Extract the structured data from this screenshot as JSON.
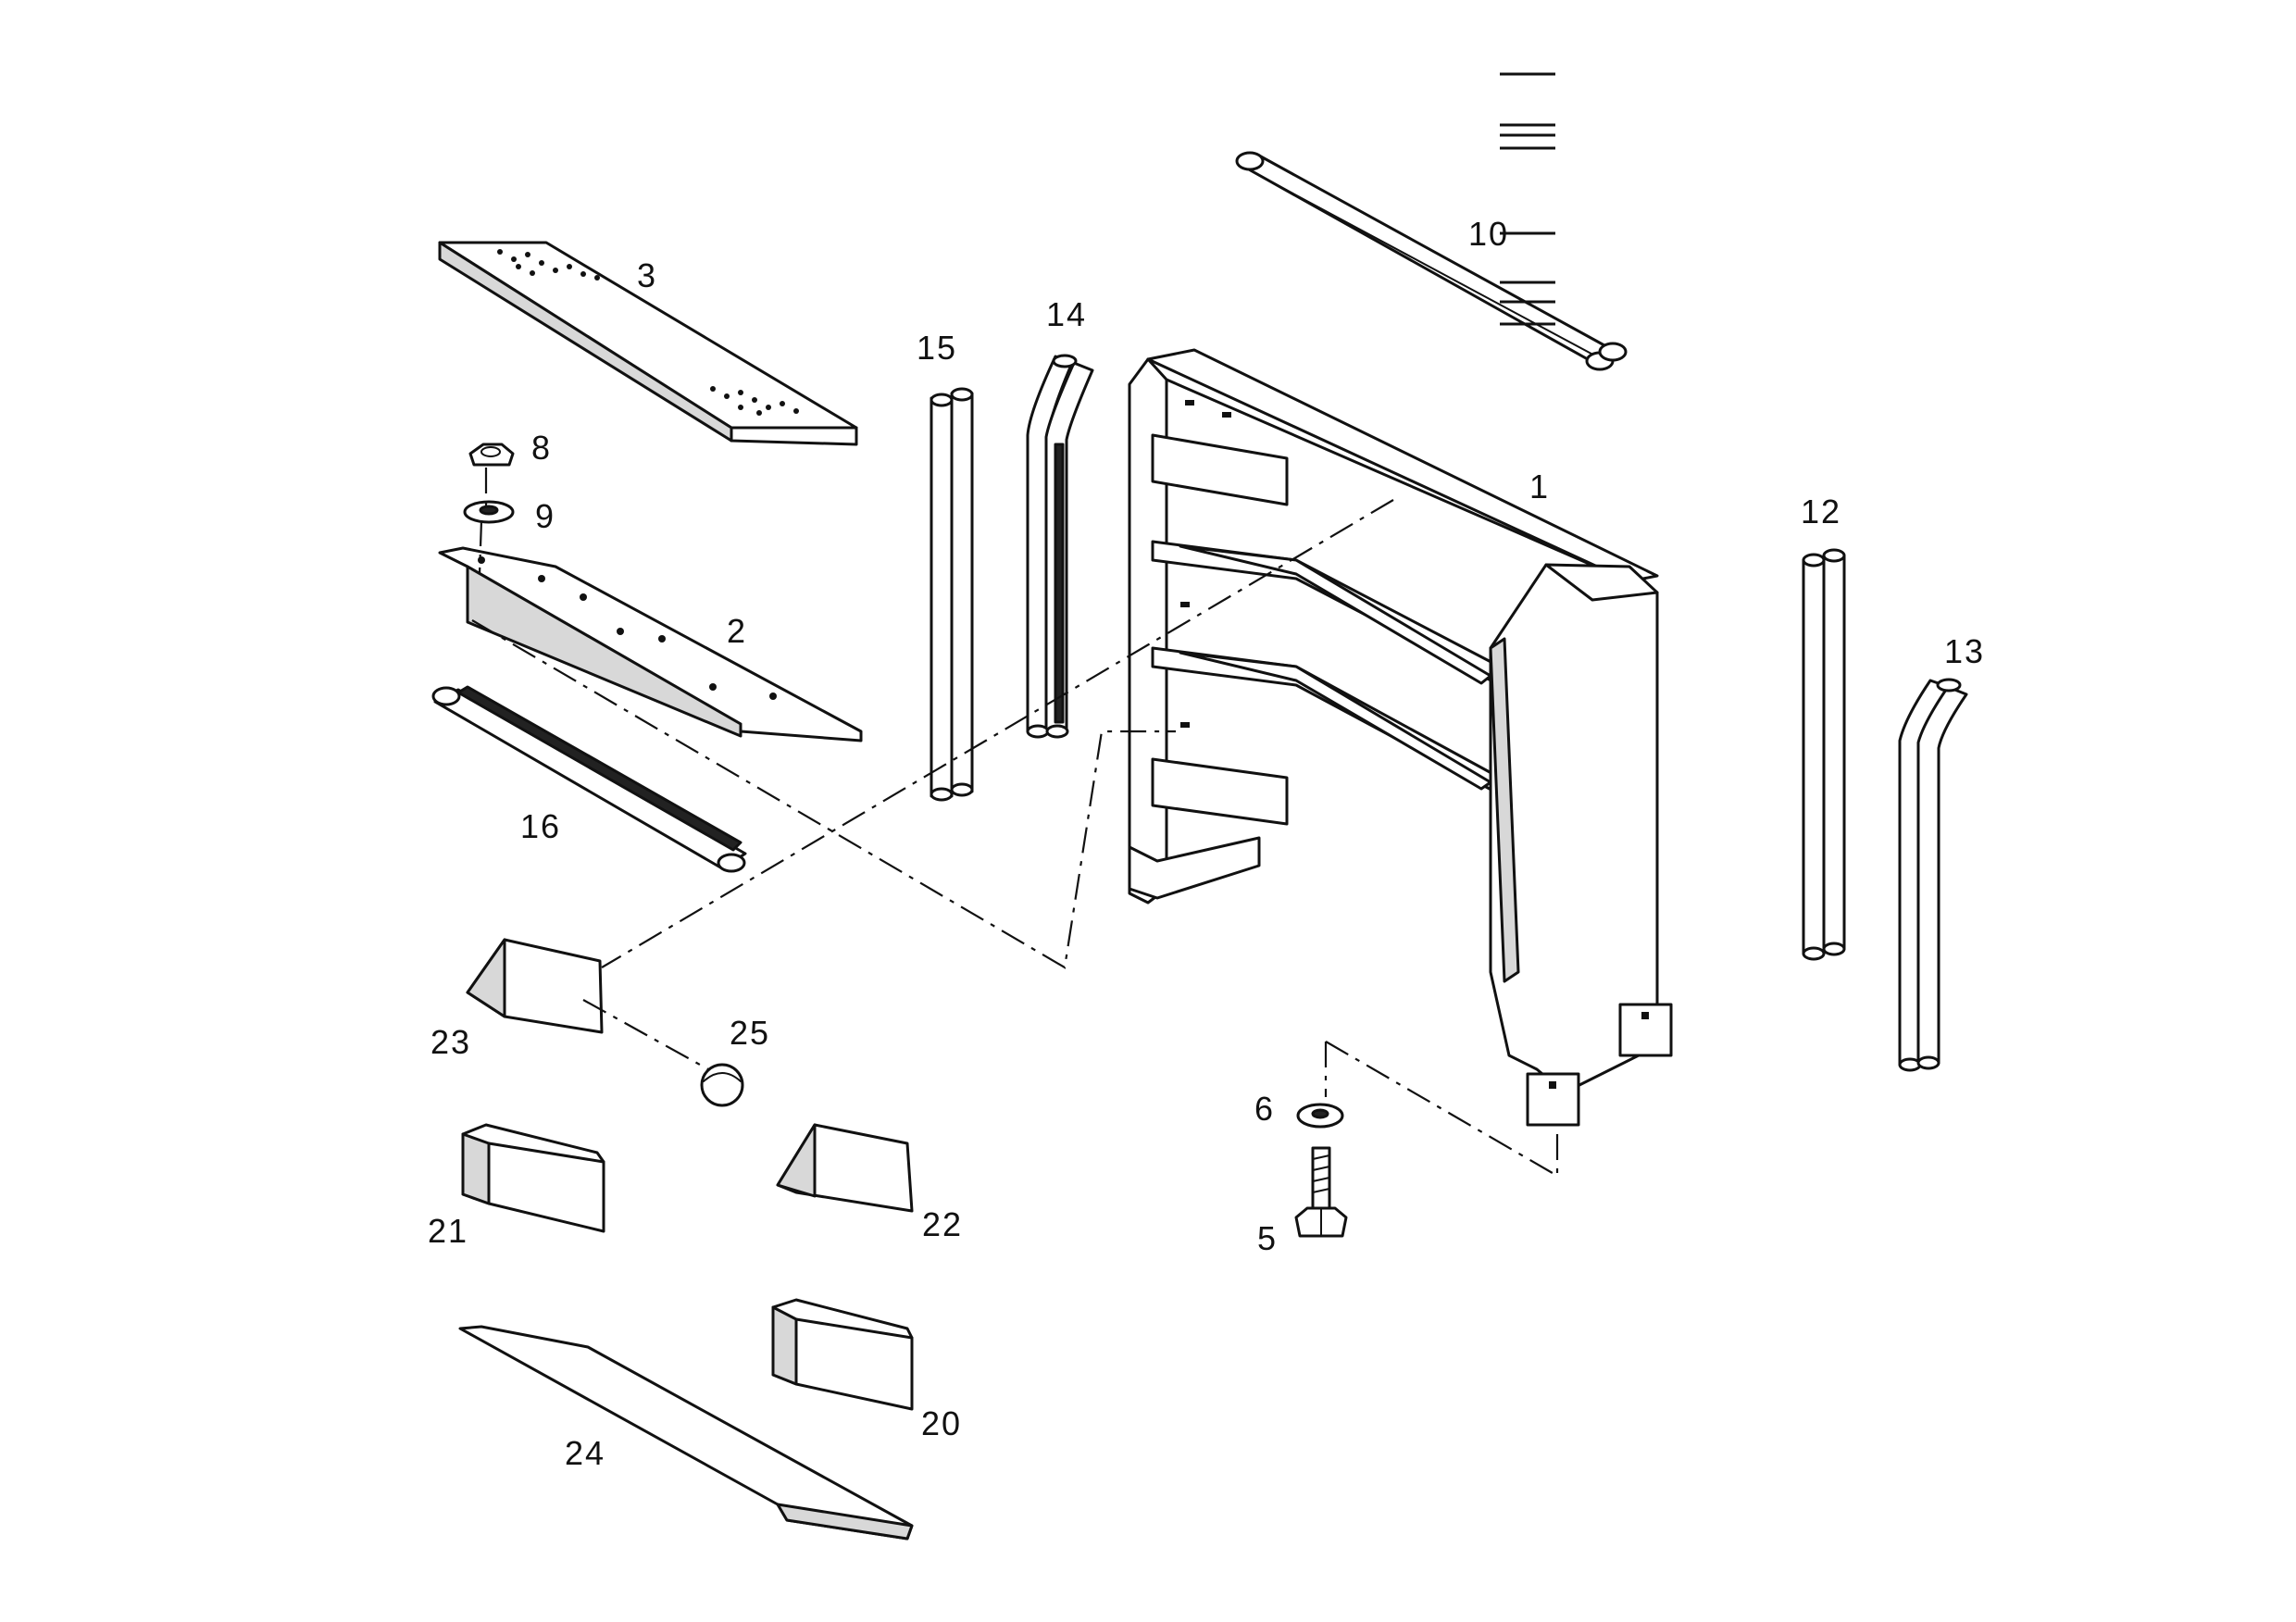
{
  "diagram": {
    "type": "exploded-parts-diagram",
    "callouts": [
      {
        "id": "p1",
        "label": "1"
      },
      {
        "id": "p2",
        "label": "2"
      },
      {
        "id": "p3",
        "label": "3"
      },
      {
        "id": "p5",
        "label": "5"
      },
      {
        "id": "p6",
        "label": "6"
      },
      {
        "id": "p8",
        "label": "8"
      },
      {
        "id": "p9",
        "label": "9"
      },
      {
        "id": "p10",
        "label": "10"
      },
      {
        "id": "p12",
        "label": "12"
      },
      {
        "id": "p13",
        "label": "13"
      },
      {
        "id": "p14",
        "label": "14"
      },
      {
        "id": "p15",
        "label": "15"
      },
      {
        "id": "p16",
        "label": "16"
      },
      {
        "id": "p20",
        "label": "20"
      },
      {
        "id": "p21",
        "label": "21"
      },
      {
        "id": "p22",
        "label": "22"
      },
      {
        "id": "p23",
        "label": "23"
      },
      {
        "id": "p24",
        "label": "24"
      },
      {
        "id": "p25",
        "label": "25"
      }
    ]
  }
}
